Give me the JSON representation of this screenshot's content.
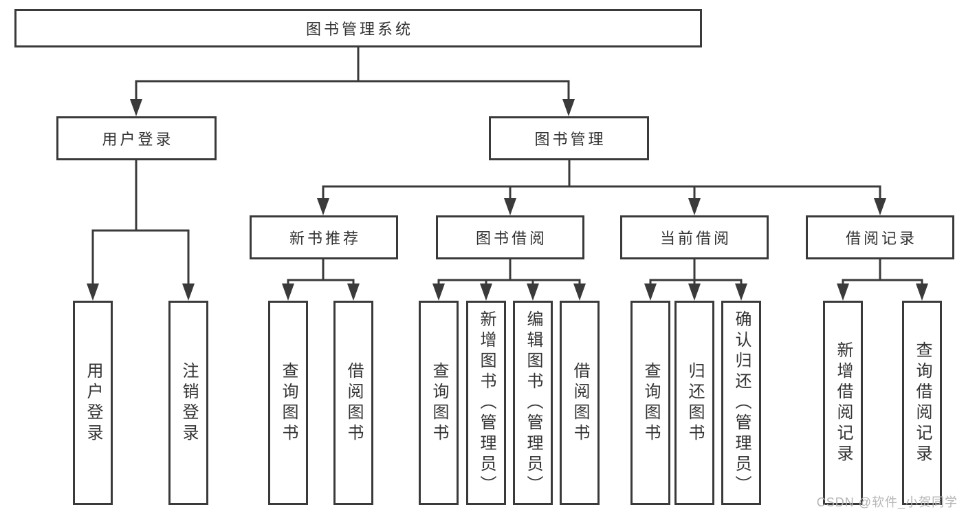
{
  "diagram": {
    "title": "图书管理系统",
    "tree": {
      "label": "图书管理系统",
      "children": [
        {
          "label": "用户登录",
          "children": [
            {
              "label": "用户登录"
            },
            {
              "label": "注销登录"
            }
          ]
        },
        {
          "label": "图书管理",
          "children": [
            {
              "label": "新书推荐",
              "children": [
                {
                  "label": "查询图书"
                },
                {
                  "label": "借阅图书"
                }
              ]
            },
            {
              "label": "图书借阅",
              "children": [
                {
                  "label": "查询图书"
                },
                {
                  "label": "新增图书（管理员）"
                },
                {
                  "label": "编辑图书（管理员）"
                },
                {
                  "label": "借阅图书"
                }
              ]
            },
            {
              "label": "当前借阅",
              "children": [
                {
                  "label": "查询图书"
                },
                {
                  "label": "归还图书"
                },
                {
                  "label": "确认归还（管理员）"
                }
              ]
            },
            {
              "label": "借阅记录",
              "children": [
                {
                  "label": "新增借阅记录"
                },
                {
                  "label": "查询借阅记录"
                }
              ]
            }
          ]
        }
      ]
    }
  },
  "watermark": {
    "text": "CSDN @软件_小贺同学"
  },
  "colors": {
    "line": "#3a3a3a",
    "border": "#3a3a3a",
    "fill": "#ffffff",
    "text": "#333333",
    "watermark": "#b5b5b5",
    "bg": "#ffffff"
  }
}
